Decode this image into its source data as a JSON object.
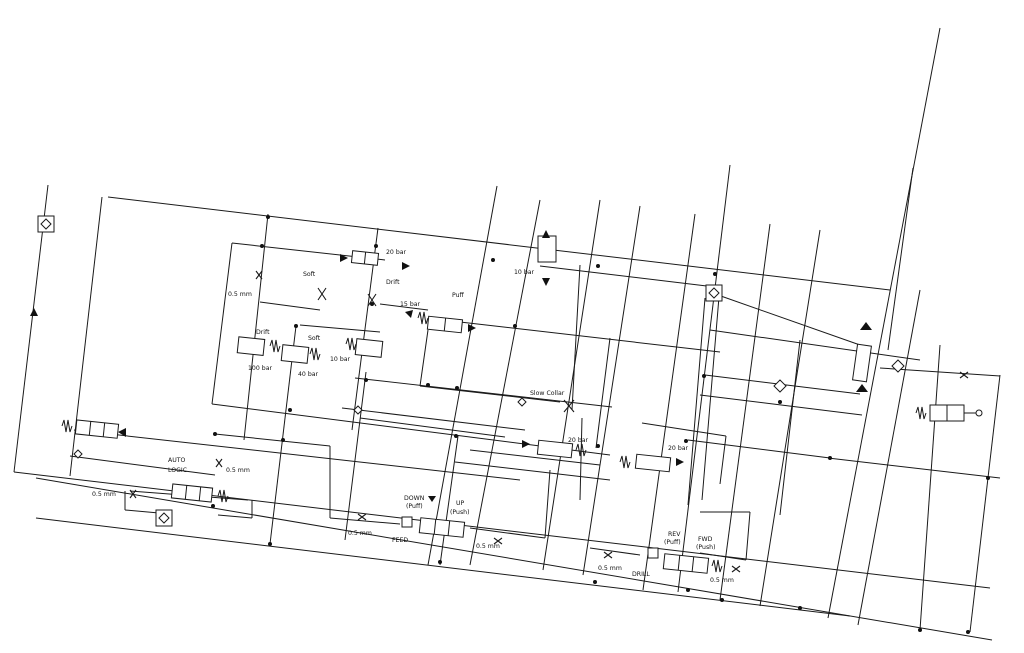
{
  "labels": {
    "soft_a": "Soft",
    "drift_a": "Drift",
    "bar20_a": "20 bar",
    "mm05_a": "0.5 mm",
    "bar15": "15 bar",
    "puff_a": "Puff",
    "bar10_a": "10 bar",
    "drift_b": "Drift",
    "soft_b": "Soft",
    "bar100": "100 bar",
    "bar40": "40 bar",
    "bar10_b": "10 bar",
    "slow_collar": "Slow Collar",
    "auto_logic_1": "AUTO",
    "auto_logic_2": "LOGIC",
    "mm05_b": "0.5 mm",
    "mm05_c": "0.5 mm",
    "bar20_b": "20 bar",
    "bar20_c": "20 bar",
    "down": "DOWN",
    "down_sub": "(Puff)",
    "up": "UP",
    "up_sub": "(Push)",
    "feed": "FEED",
    "mm05_d": "0.5 mm",
    "mm05_e": "0.5 mm",
    "rev": "REV",
    "rev_sub": "(Puff)",
    "fwd": "FWD",
    "fwd_sub": "(Push)",
    "drill": "DRILL",
    "mm05_f": "0.5 mm",
    "mm05_g": "0.5 mm"
  }
}
